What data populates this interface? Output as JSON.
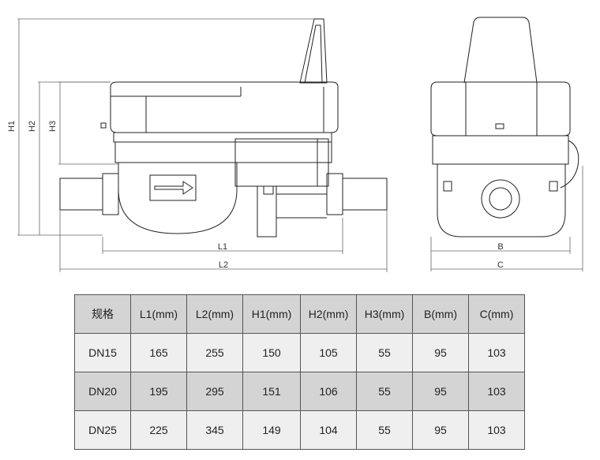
{
  "drawing": {
    "dimensions": {
      "h1": "H1",
      "h2": "H2",
      "h3": "H3",
      "l1": "L1",
      "l2": "L2",
      "b": "B",
      "c": "C"
    }
  },
  "table": {
    "headers": [
      "规格",
      "L1(mm)",
      "L2(mm)",
      "H1(mm)",
      "H2(mm)",
      "H3(mm)",
      "B(mm)",
      "C(mm)"
    ],
    "rows": [
      [
        "DN15",
        "165",
        "255",
        "150",
        "105",
        "55",
        "95",
        "103"
      ],
      [
        "DN20",
        "195",
        "295",
        "151",
        "106",
        "55",
        "95",
        "103"
      ],
      [
        "DN25",
        "225",
        "345",
        "149",
        "104",
        "55",
        "95",
        "103"
      ]
    ]
  }
}
